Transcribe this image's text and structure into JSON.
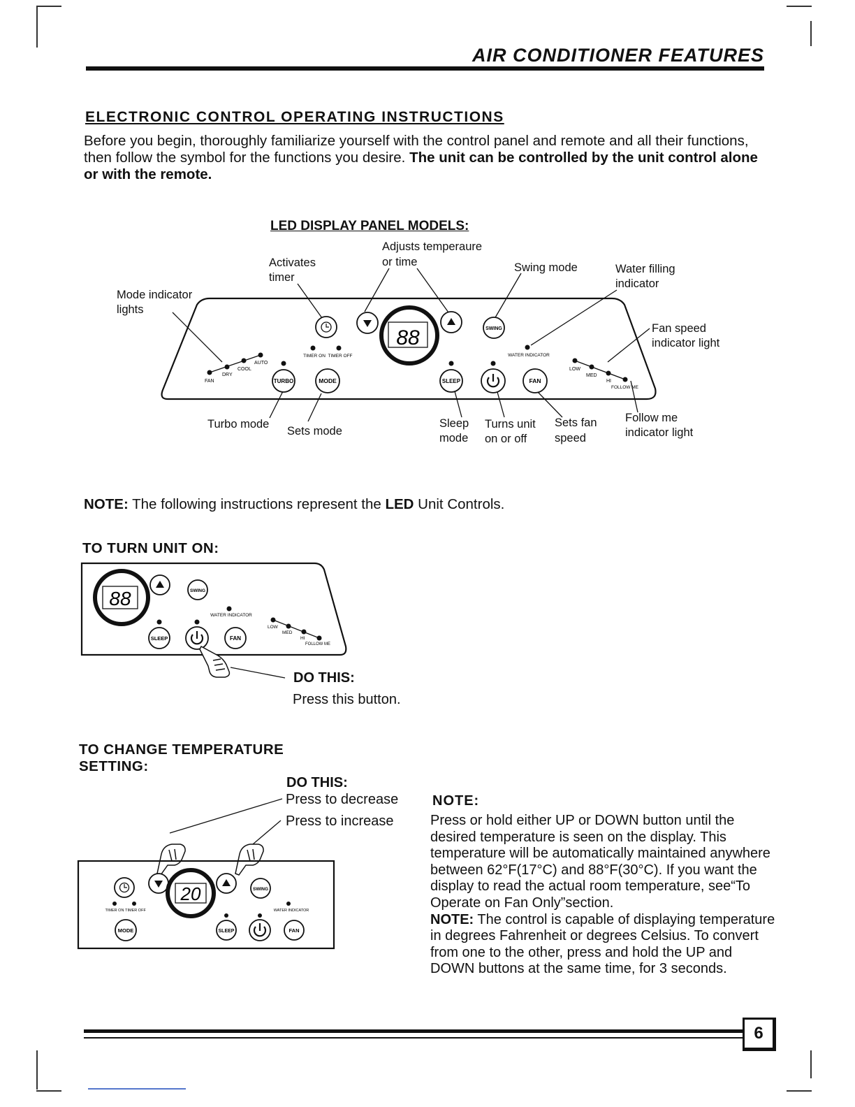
{
  "header": {
    "title": "AIR CONDITIONER FEATURES"
  },
  "section": {
    "title": "ELECTRONIC CONTROL OPERATING INSTRUCTIONS",
    "intro_text": "Before you begin, thoroughly familiarize yourself with the control panel and remote and all their functions, then follow the symbol for the functions you desire. ",
    "intro_bold": "The unit can be controlled by the unit control alone or with the remote."
  },
  "led_panel": {
    "title": "LED DISPLAY PANEL MODELS:",
    "callouts": {
      "adjusts_temp": "Adjusts temperaure",
      "adjusts_temp2": "or time",
      "activates_timer": "Activates",
      "activates_timer2": "timer",
      "swing_mode": "Swing mode",
      "water_filling": "Water filling",
      "water_filling2": "indicator",
      "mode_indicator": "Mode indicator",
      "mode_indicator2": "lights",
      "fan_speed_ind": "Fan speed",
      "fan_speed_ind2": "indicator light",
      "turbo_mode": "Turbo mode",
      "sets_mode": "Sets mode",
      "sleep_mode": "Sleep",
      "sleep_mode2": "mode",
      "turns_unit": "Turns unit",
      "turns_unit2": "on or off",
      "sets_fan": "Sets fan",
      "sets_fan2": "speed",
      "follow_me": "Follow me",
      "follow_me2": "indicator light"
    },
    "panel_labels": {
      "display": "88",
      "swing": "SWING",
      "turbo": "TURBO",
      "mode": "MODE",
      "sleep": "SLEEP",
      "fan": "FAN",
      "timer_on": "TIMER ON",
      "timer_off": "TIMER OFF",
      "water_indicator": "WATER INDICATOR",
      "mode_fan": "FAN",
      "mode_dry": "DRY",
      "mode_cool": "COOL",
      "mode_auto": "AUTO",
      "speed_low": "LOW",
      "speed_med": "MED",
      "speed_hi": "HI",
      "follow_me": "FOLLOW ME"
    }
  },
  "note_led": {
    "label": "NOTE:",
    "text1": " The following instructions represent the ",
    "bold": "LED",
    "text2": " Unit Controls."
  },
  "turn_on": {
    "title": "TO TURN UNIT ON:",
    "do_this": "DO THIS:",
    "instruction": "Press this button.",
    "display": "88"
  },
  "change_temp": {
    "title1": "TO CHANGE TEMPERATURE",
    "title2": "SETTING:",
    "do_this": "DO THIS:",
    "decrease": "Press to decrease",
    "increase": "Press to increase",
    "display": "20"
  },
  "side_note": {
    "label1": "NOTE:",
    "text1": "Press or hold either UP or DOWN button until the desired temperature is seen on the display. This temperature will be automatically maintained anywhere between 62°F(17°C) and 88°F(30°C). If you want the display to read the actual room temperature, see“To Operate on Fan Only”section.",
    "label2": "NOTE:",
    "text2": " The control is capable of displaying temperature in degrees Fahrenheit or degrees Celsius. To convert from one to the other, press and hold the UP and DOWN buttons at the same time, for 3 seconds."
  },
  "footer": {
    "page": "6"
  }
}
